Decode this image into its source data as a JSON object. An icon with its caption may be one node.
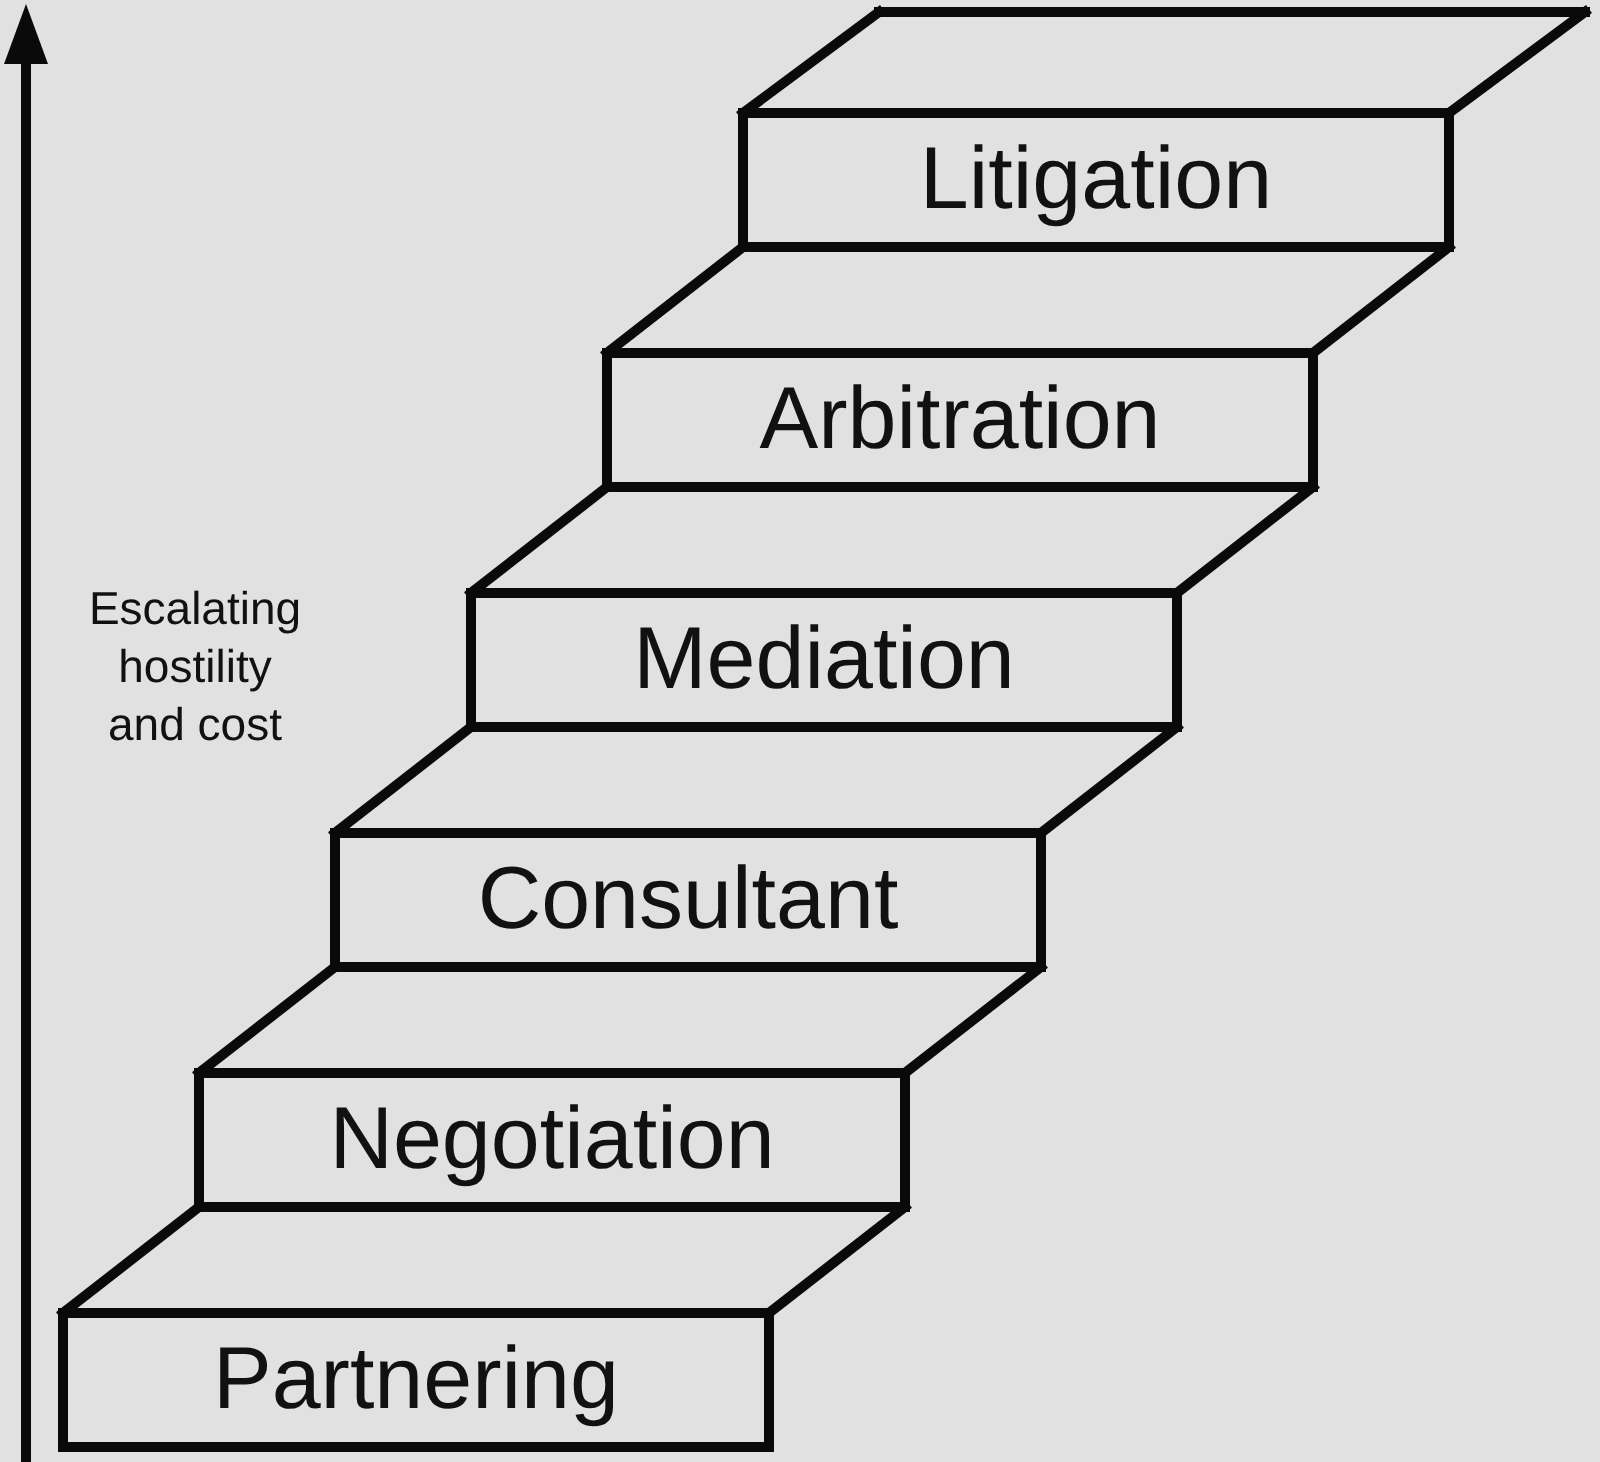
{
  "diagram": {
    "nodes": [
      {
        "text": [
          "Litigation"
        ]
      },
      {
        "text": [
          "Arbitration"
        ]
      },
      {
        "text": [
          "Mediation"
        ]
      },
      {
        "text": [
          "Consultant"
        ]
      },
      {
        "text": [
          "Negotiation"
        ]
      },
      {
        "text": [
          "Partnering"
        ]
      }
    ],
    "labels": [
      "Escalating hostility and cost"
    ]
  }
}
